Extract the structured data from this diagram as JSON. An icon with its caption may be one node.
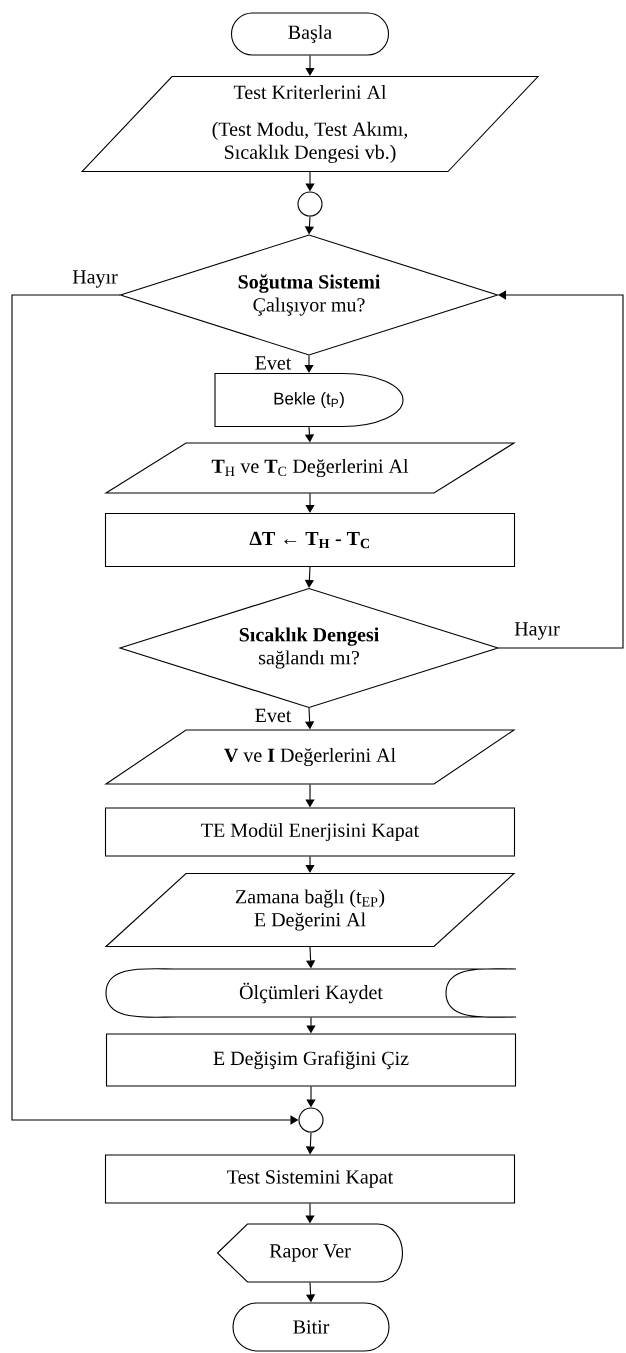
{
  "diagram": {
    "nodes": [
      {
        "text": [
          "Başla"
        ]
      },
      {
        "text": [
          "Test Kriterlerini Al",
          "(Test Modu, Test Akımı, Sıcaklık Dengesi vb.)"
        ]
      },
      {
        "text": [],
        "shape": "circle"
      },
      {
        "text": [
          "Soğutma Sistemi",
          "Çalışıyor mu?"
        ]
      },
      {
        "text": [
          "Bekle (t$_{P}$)"
        ]
      },
      {
        "text": [
          "**T**$_{H}$ ve **T**$_{C}$ Değerlerini Al"
        ]
      },
      {
        "text": [
          "ΔT ← T$_{H}$ - T$_{C}$"
        ]
      },
      {
        "text": [
          "Sıcaklık Dengesi",
          "sağlandı mı?"
        ]
      },
      {
        "text": [
          "**V** ve **I** Değerlerini Al"
        ]
      },
      {
        "text": [
          "TE Modül Enerjisini Kapat"
        ]
      },
      {
        "text": [
          "Zamana bağlı (t$_{EP}$)",
          "E Değerini Al"
        ]
      },
      {
        "text": [
          "Ölçümleri Kaydet"
        ]
      },
      {
        "text": [
          "E Değişim Grafiğini Çiz"
        ]
      },
      {
        "text": [],
        "shape": "circle"
      },
      {
        "text": [
          "Test Sistemini Kapat"
        ]
      },
      {
        "text": [
          "Rapor Ver"
        ]
      },
      {
        "text": [
          "Bitir"
        ]
      }
    ],
    "edges": [
      {
        "from": 0,
        "to": 1,
        "arrow": "to"
      },
      {
        "from": 1,
        "to": 2,
        "arrow": "to"
      },
      {
        "from": 2,
        "to": 3,
        "arrow": "to"
      },
      {
        "from": 3,
        "to": 4,
        "arrow": "to",
        "label": "Evet"
      },
      {
        "from": 4,
        "to": 5,
        "arrow": "to"
      },
      {
        "from": 5,
        "to": 6,
        "arrow": "to"
      },
      {
        "from": 6,
        "to": 7,
        "arrow": "to"
      },
      {
        "from": 7,
        "to": 8,
        "arrow": "to",
        "label": "Evet"
      },
      {
        "from": 8,
        "to": 9,
        "arrow": "to"
      },
      {
        "from": 9,
        "to": 10,
        "arrow": "to"
      },
      {
        "from": 10,
        "to": 11,
        "arrow": "to"
      },
      {
        "from": 11,
        "to": 12,
        "arrow": "to"
      },
      {
        "from": 12,
        "to": 13,
        "arrow": "to"
      },
      {
        "from": 13,
        "to": 14,
        "arrow": "to"
      },
      {
        "from": 14,
        "to": 15,
        "arrow": "to"
      },
      {
        "from": 15,
        "to": 16,
        "arrow": "to"
      },
      {
        "from": 3,
        "to": 13,
        "arrow": "to",
        "label": "Hayır"
      },
      {
        "from": 7,
        "to": 3,
        "arrow": "to",
        "label": "Hayır"
      }
    ]
  }
}
